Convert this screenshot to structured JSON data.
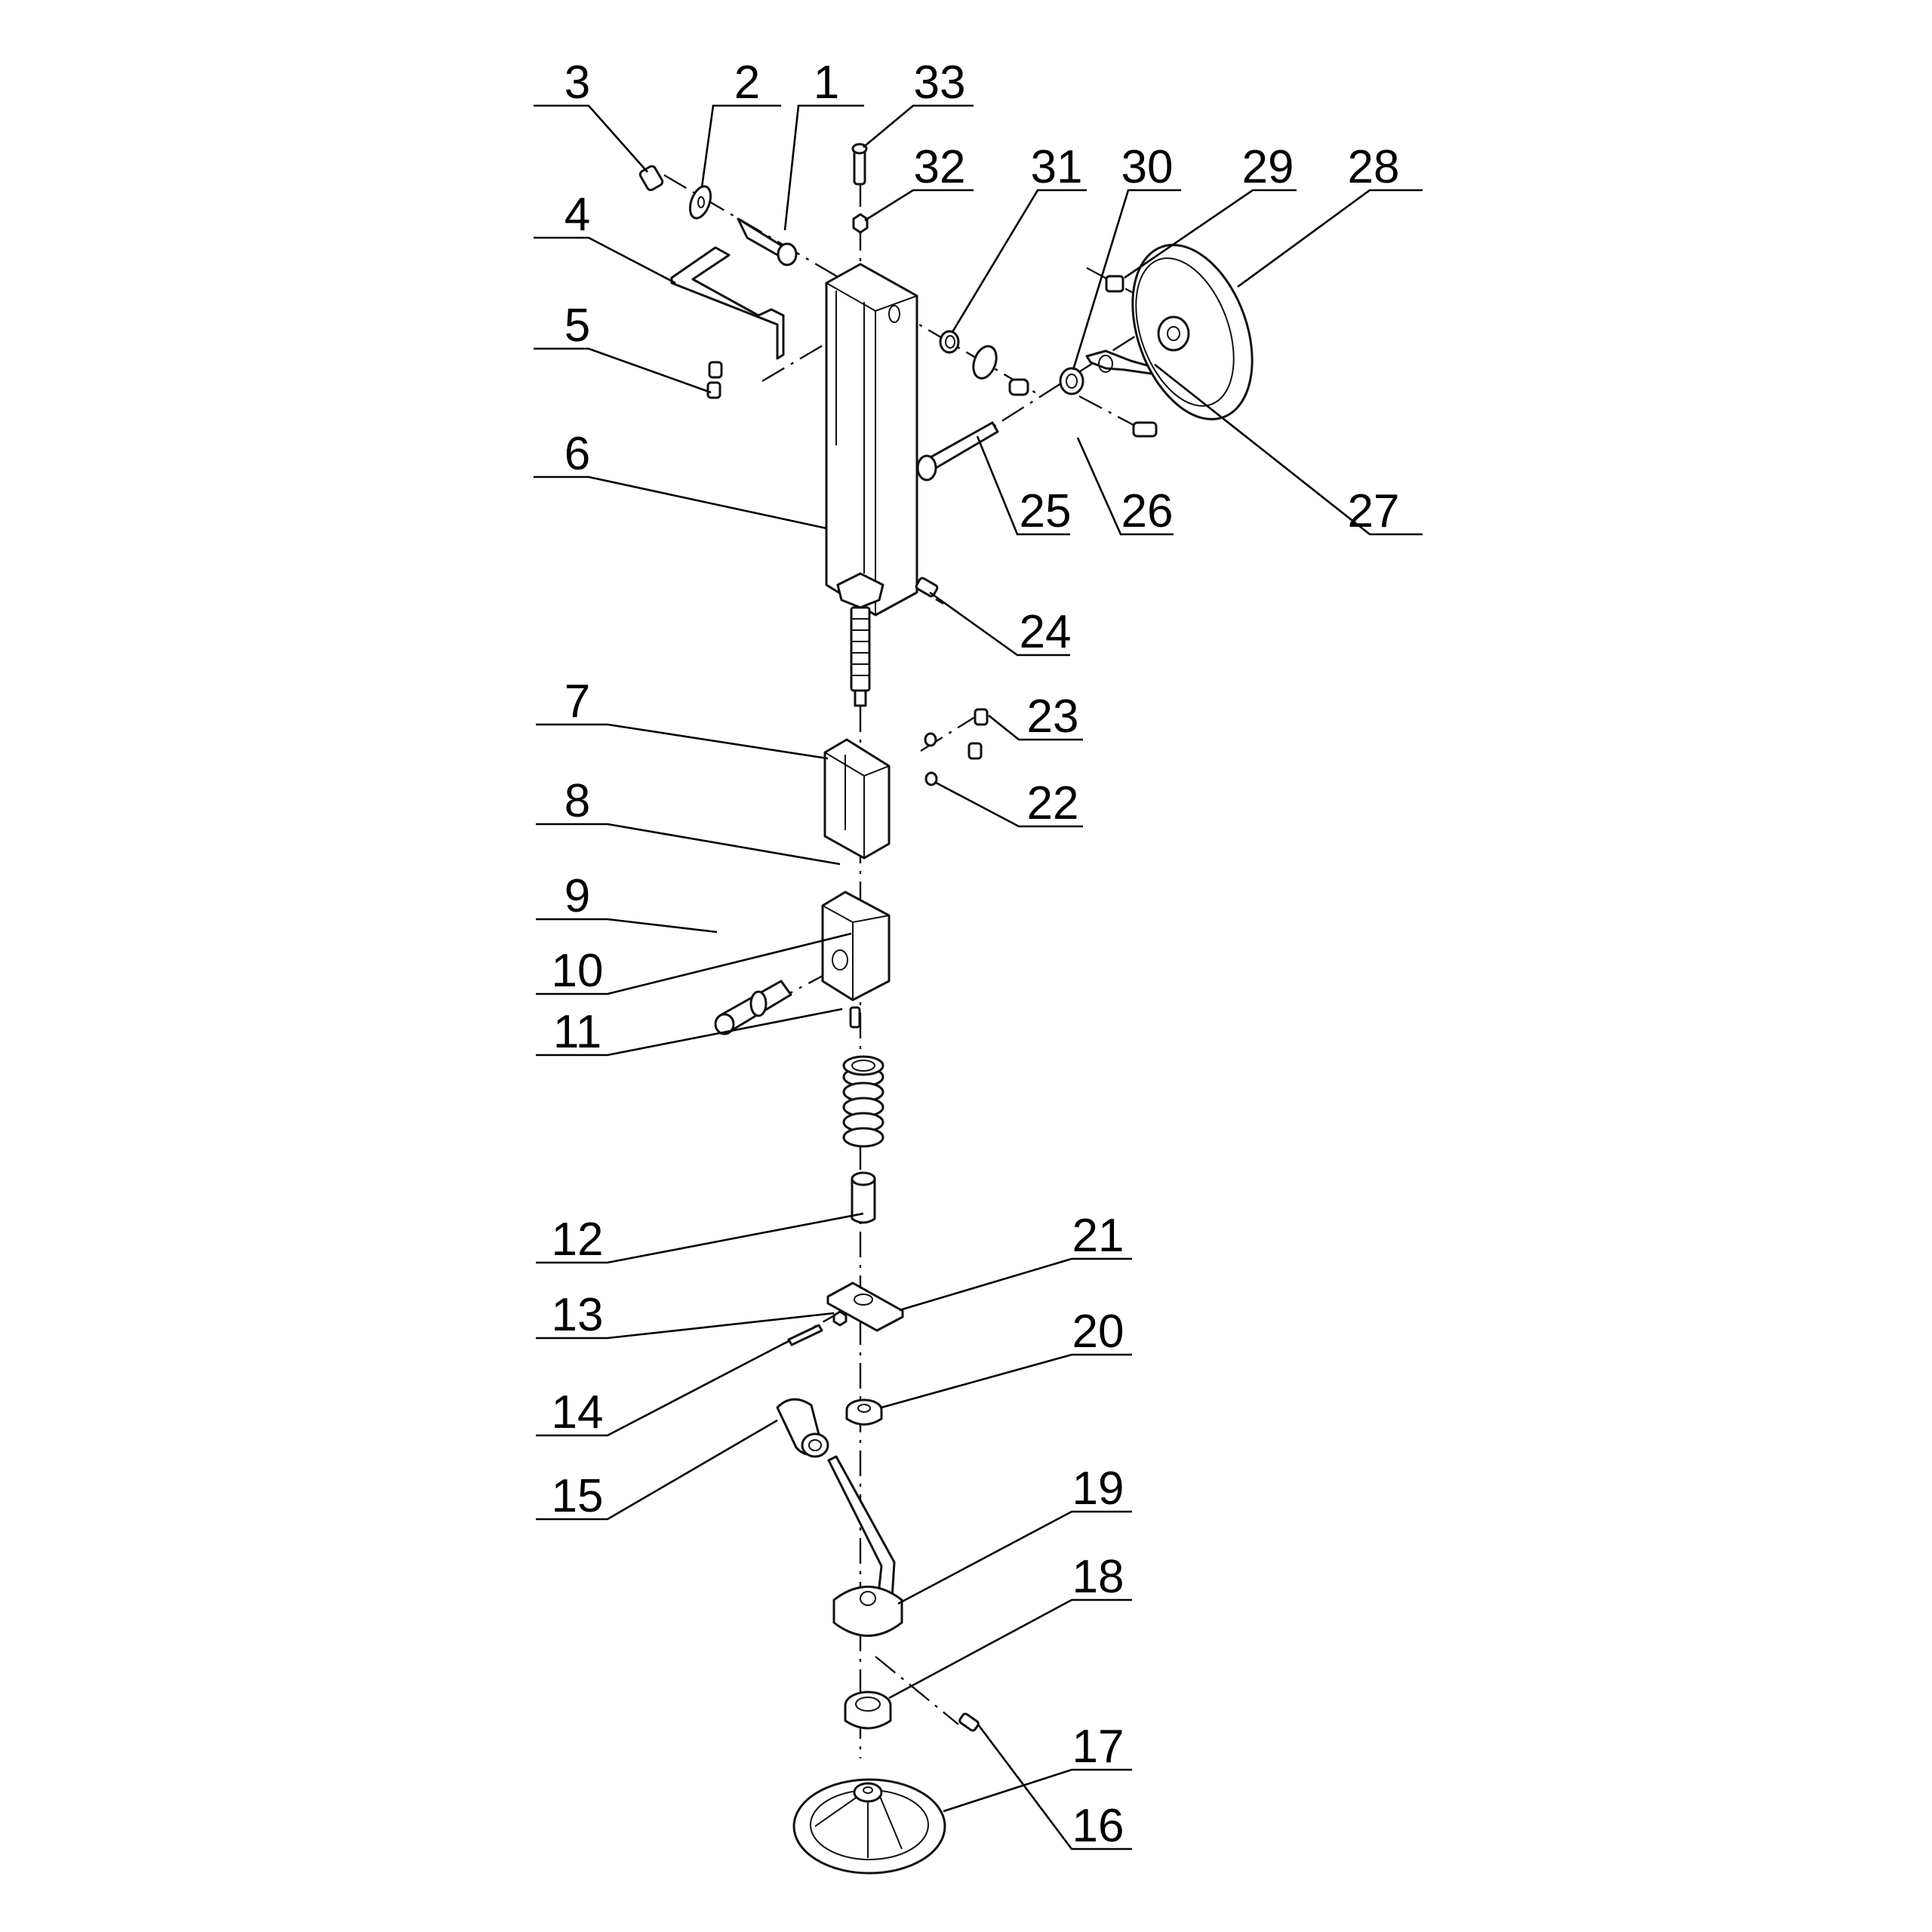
{
  "diagram": {
    "type": "exploded-parts-view",
    "callouts": [
      {
        "id": "1",
        "label": "1"
      },
      {
        "id": "2",
        "label": "2"
      },
      {
        "id": "3",
        "label": "3"
      },
      {
        "id": "4",
        "label": "4"
      },
      {
        "id": "5",
        "label": "5"
      },
      {
        "id": "6",
        "label": "6"
      },
      {
        "id": "7",
        "label": "7"
      },
      {
        "id": "8",
        "label": "8"
      },
      {
        "id": "9",
        "label": "9"
      },
      {
        "id": "10",
        "label": "10"
      },
      {
        "id": "11",
        "label": "11"
      },
      {
        "id": "12",
        "label": "12"
      },
      {
        "id": "13",
        "label": "13"
      },
      {
        "id": "14",
        "label": "14"
      },
      {
        "id": "15",
        "label": "15"
      },
      {
        "id": "16",
        "label": "16"
      },
      {
        "id": "17",
        "label": "17"
      },
      {
        "id": "18",
        "label": "18"
      },
      {
        "id": "19",
        "label": "19"
      },
      {
        "id": "20",
        "label": "20"
      },
      {
        "id": "21",
        "label": "21"
      },
      {
        "id": "22",
        "label": "22"
      },
      {
        "id": "23",
        "label": "23"
      },
      {
        "id": "24",
        "label": "24"
      },
      {
        "id": "25",
        "label": "25"
      },
      {
        "id": "26",
        "label": "26"
      },
      {
        "id": "27",
        "label": "27"
      },
      {
        "id": "28",
        "label": "28"
      },
      {
        "id": "29",
        "label": "29"
      },
      {
        "id": "30",
        "label": "30"
      },
      {
        "id": "31",
        "label": "31"
      },
      {
        "id": "32",
        "label": "32"
      },
      {
        "id": "33",
        "label": "33"
      }
    ],
    "colors": {
      "line": "#000000",
      "background": "#ffffff"
    }
  }
}
